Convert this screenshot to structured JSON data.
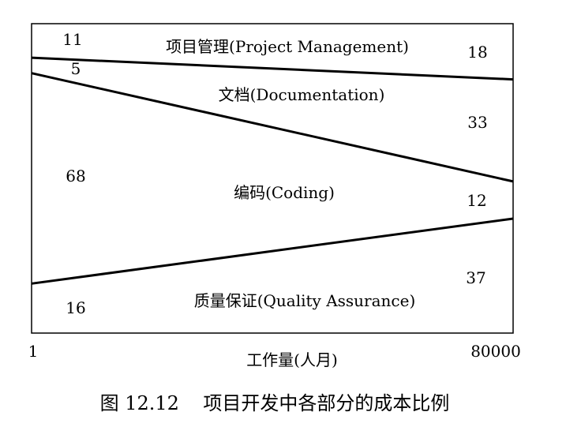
{
  "chart_data": {
    "type": "area",
    "title": "",
    "caption": "图 12.12    项目开发中各部分的成本比例",
    "xlabel": "工作量(人月)",
    "ylabel": "",
    "x_scale": "log",
    "x": [
      1,
      80000
    ],
    "x_tick_labels": [
      "1",
      "80000"
    ],
    "ylim": [
      0,
      100
    ],
    "stacking_order_top_to_bottom": [
      "项目管理",
      "文档",
      "编码",
      "质量保证"
    ],
    "series": [
      {
        "name": "项目管理(Project Management)",
        "values": [
          11,
          18
        ],
        "value_labels": [
          "11",
          "18"
        ]
      },
      {
        "name": "文档(Documentation)",
        "values": [
          5,
          33
        ],
        "value_labels": [
          "5",
          "33"
        ]
      },
      {
        "name": "编码(Coding)",
        "values": [
          68,
          12
        ],
        "value_labels": [
          "68",
          "12"
        ]
      },
      {
        "name": "质量保证(Quality Assurance)",
        "values": [
          16,
          37
        ],
        "value_labels": [
          "16",
          "37"
        ]
      }
    ],
    "colors": {
      "line": "#000000",
      "background": "#ffffff"
    }
  }
}
